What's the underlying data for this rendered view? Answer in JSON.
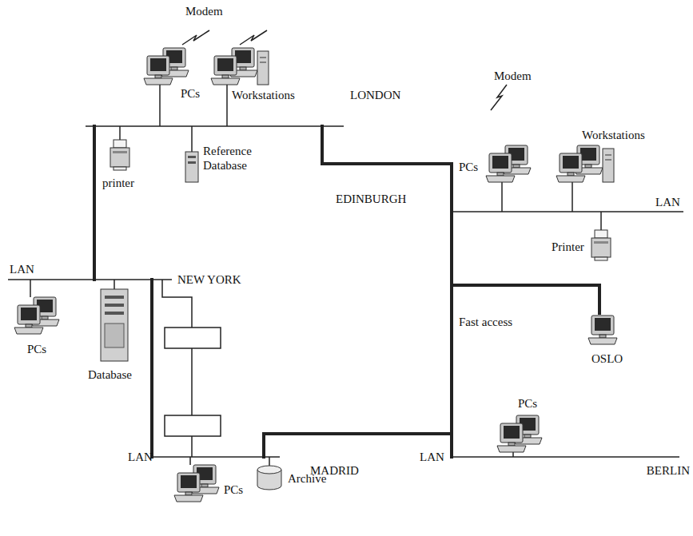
{
  "diagram": {
    "labels": [
      "Modem",
      "PCs",
      "Workstations",
      "LONDON",
      "printer",
      "Reference Database",
      "Modem",
      "PCs",
      "Workstations",
      "EDINBURGH",
      "LAN",
      "Printer",
      "LAN",
      "NEW YORK",
      "PCs",
      "Database",
      "Fast access",
      "OSLO",
      "PCs",
      "LAN",
      "BERLIN",
      "LAN",
      "MADRID",
      "PCs",
      "Archive"
    ]
  }
}
